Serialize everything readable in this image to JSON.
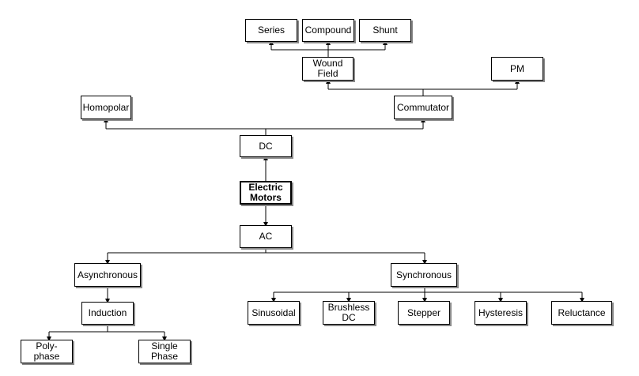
{
  "diagram": {
    "nodes": {
      "series": "Series",
      "compound": "Compound",
      "shunt": "Shunt",
      "wound_field": "Wound\nField",
      "pm": "PM",
      "homopolar": "Homopolar",
      "commutator": "Commutator",
      "dc": "DC",
      "electric_motors": "Electric\nMotors",
      "ac": "AC",
      "asynchronous": "Asynchronous",
      "synchronous": "Synchronous",
      "induction": "Induction",
      "sinusoidal": "Sinusoidal",
      "brushless_dc": "Brushless\nDC",
      "stepper": "Stepper",
      "hysteresis": "Hysteresis",
      "reluctance": "Reluctance",
      "polyphase": "Poly-\nphase",
      "single_phase": "Single\nPhase"
    },
    "colors": {
      "line": "#000000",
      "shadow": "#8a8a8a",
      "box_fill": "#ffffff"
    }
  }
}
